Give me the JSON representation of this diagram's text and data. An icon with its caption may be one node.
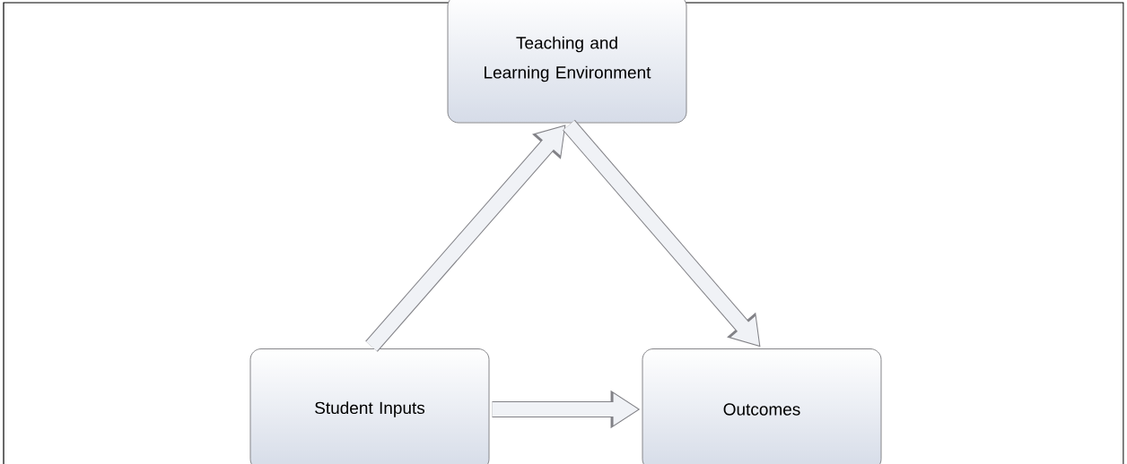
{
  "diagram": {
    "nodes": [
      {
        "text": [
          "Teaching and Learning Environment"
        ]
      },
      {
        "text": [
          "Student Inputs"
        ]
      },
      {
        "text": [
          "Outcomes"
        ]
      }
    ],
    "edges": [
      {
        "from": 1,
        "to": 0,
        "arrow": "to"
      },
      {
        "from": 0,
        "to": 2,
        "arrow": "to"
      },
      {
        "from": 1,
        "to": 2,
        "arrow": "to"
      }
    ]
  }
}
